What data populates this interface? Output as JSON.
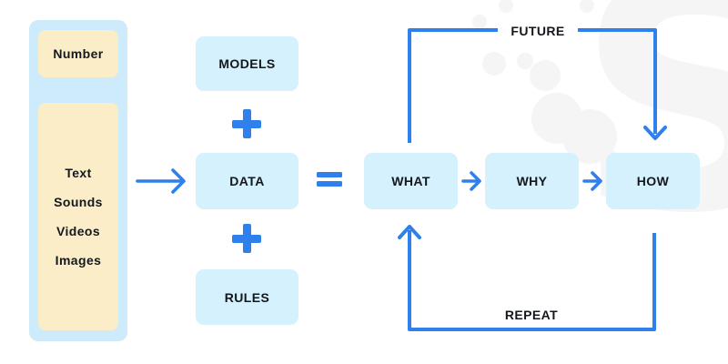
{
  "colors": {
    "accent_blue": "#2F80ED",
    "box_blue": "#D4F1FD",
    "panel_blue": "#CEEBFC",
    "box_yellow": "#FAEDC8",
    "text_dark": "#14171C",
    "watermark_gray": "#F5F5F6",
    "background": "#FFFFFF"
  },
  "watermark": {
    "letter": "S"
  },
  "inputs_panel": {
    "number_label": "Number",
    "media_labels": [
      "Text",
      "Sounds",
      "Videos",
      "Images"
    ]
  },
  "formula": {
    "models": "MODELS",
    "data": "DATA",
    "rules": "RULES"
  },
  "icons": {
    "plus": "+",
    "equals": "=",
    "arrow_right": "→"
  },
  "flow": {
    "what": "WHAT",
    "why": "WHY",
    "how": "HOW",
    "future": "FUTURE",
    "repeat": "REPEAT"
  }
}
